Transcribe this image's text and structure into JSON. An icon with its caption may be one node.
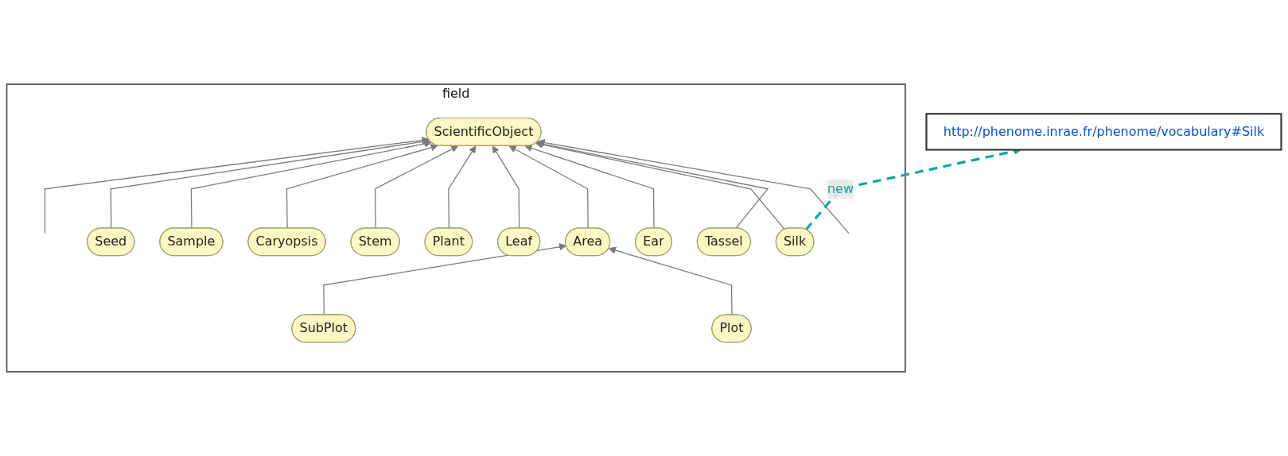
{
  "diagram": {
    "nodes": [
      {
        "text": [
          "field"
        ]
      },
      {
        "text": [
          "ScientificObject"
        ],
        "in": 0
      },
      {
        "text": [
          "Tassel"
        ],
        "in": 0
      },
      {
        "text": [
          "Silk"
        ],
        "in": 0
      },
      {
        "text": [
          "Ear"
        ],
        "in": 0
      },
      {
        "text": [
          "Area"
        ],
        "in": 0
      },
      {
        "text": [
          "Leaf"
        ],
        "in": 0
      },
      {
        "text": [
          "Plant"
        ],
        "in": 0
      },
      {
        "text": [
          "Stem"
        ],
        "in": 0
      },
      {
        "text": [
          "Caryopsis"
        ],
        "in": 0
      },
      {
        "text": [
          "Sample"
        ],
        "in": 0
      },
      {
        "text": [
          "Seed"
        ],
        "in": 0
      },
      {
        "text": [
          "Plot"
        ],
        "in": 0
      },
      {
        "text": [
          "SubPlot"
        ],
        "in": 0
      },
      {
        "text": [
          "http://phenome.inrae.fr/phenome/vocabulary#Silk"
        ]
      }
    ],
    "edges": [
      {
        "from": null,
        "to": 1,
        "arrow": "to"
      },
      {
        "from": 2,
        "to": 1,
        "arrow": "to"
      },
      {
        "from": 3,
        "to": 1,
        "arrow": "to"
      },
      {
        "from": 4,
        "to": 1,
        "arrow": "to"
      },
      {
        "from": 5,
        "to": 1,
        "arrow": "to"
      },
      {
        "from": 6,
        "to": 1,
        "arrow": "to"
      },
      {
        "from": 7,
        "to": 1,
        "arrow": "to"
      },
      {
        "from": 8,
        "to": 1,
        "arrow": "to"
      },
      {
        "from": 9,
        "to": 1,
        "arrow": "to"
      },
      {
        "from": 10,
        "to": 1,
        "arrow": "to"
      },
      {
        "from": 11,
        "to": 1,
        "arrow": "to"
      },
      {
        "from": null,
        "to": 1,
        "arrow": "to"
      },
      {
        "from": 12,
        "to": 5,
        "arrow": "to"
      },
      {
        "from": 13,
        "to": 5,
        "arrow": "to"
      },
      {
        "from": 3,
        "to": 14,
        "arrow": "to",
        "label": "new",
        "style": "dashed",
        "color": "#12a5a0"
      }
    ]
  }
}
